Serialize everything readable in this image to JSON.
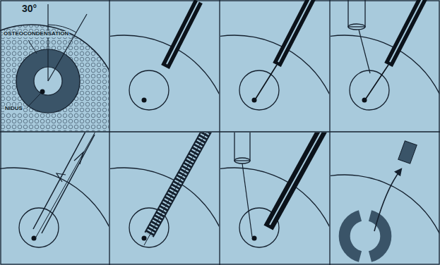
{
  "diagram": {
    "labels": [
      "30°",
      "OSTEOCONDENSATION",
      "NIDUS"
    ]
  }
}
